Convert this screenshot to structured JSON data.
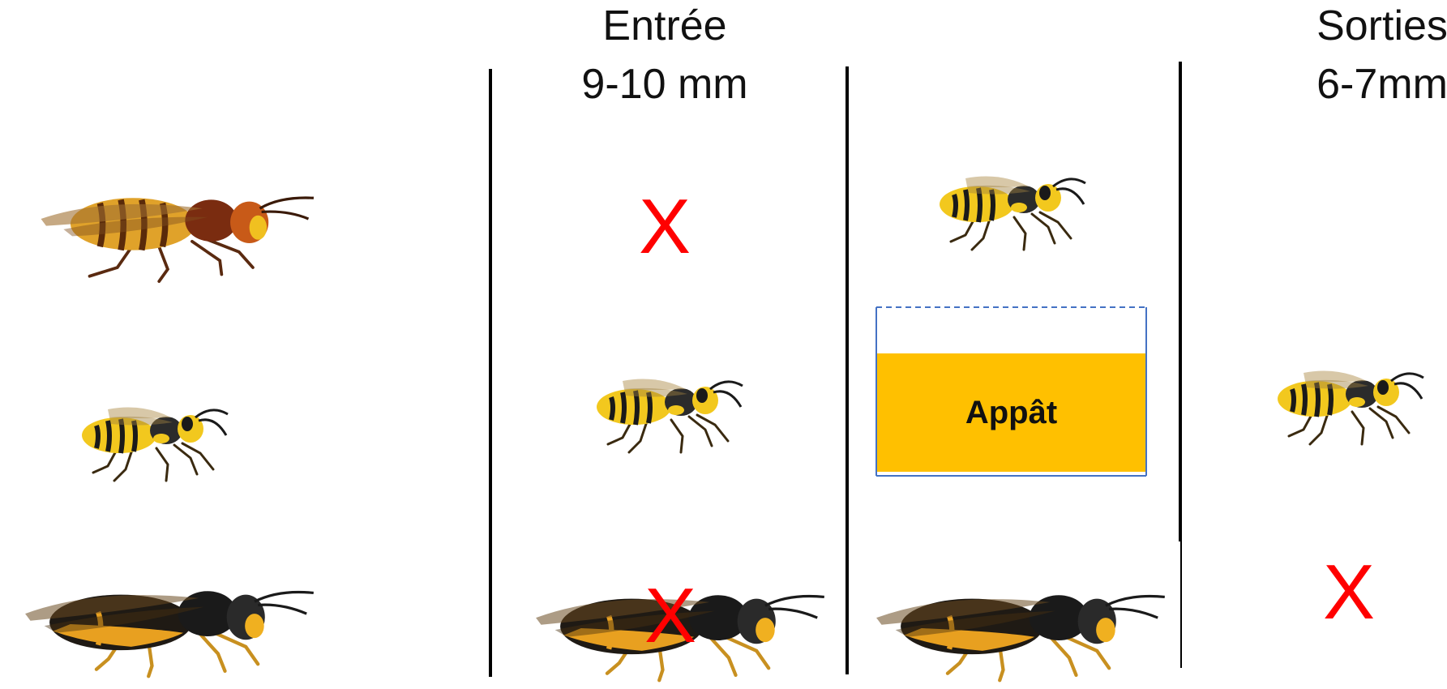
{
  "headings": {
    "entree": {
      "title": "Entrée",
      "size": "9-10 mm"
    },
    "sorties": {
      "title": "Sorties",
      "size": "6-7mm"
    }
  },
  "bait": {
    "label": "Appât",
    "fill_color": "#FFC000",
    "border_color": "#4472C4"
  },
  "cross": {
    "symbol": "X",
    "color": "#FF0000"
  },
  "insects": {
    "european_hornet": "european-hornet",
    "common_wasp": "common-wasp",
    "asian_hornet": "asian-hornet"
  }
}
